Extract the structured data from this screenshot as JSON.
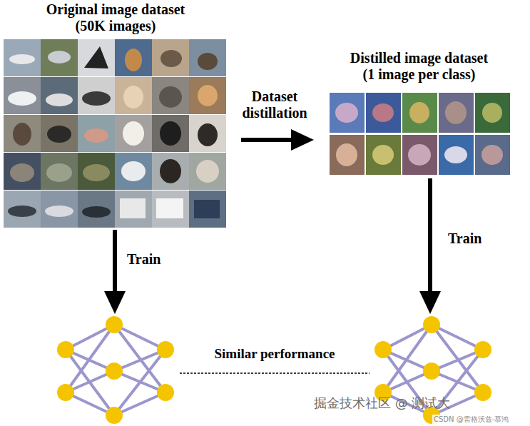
{
  "diagram": {
    "nodes": [
      {
        "text": [
          "Original image dataset (50K images)"
        ]
      },
      {
        "text": [
          "Distilled image dataset (1 image per class)"
        ]
      },
      {
        "text": []
      },
      {
        "text": []
      }
    ],
    "edges": [
      {
        "from": 0,
        "to": 1,
        "arrow": "to",
        "label": "Dataset distillation"
      },
      {
        "from": 0,
        "to": 2,
        "arrow": "to",
        "label": "Train"
      },
      {
        "from": 1,
        "to": 3,
        "arrow": "to",
        "label": "Train"
      },
      {
        "from": 2,
        "to": 3,
        "arrow": "none",
        "label": "Similar performance"
      }
    ],
    "labels": [
      "掘金技术社区 @ 测试大",
      "CSDN @雷格沃兹-慕鸿"
    ]
  }
}
